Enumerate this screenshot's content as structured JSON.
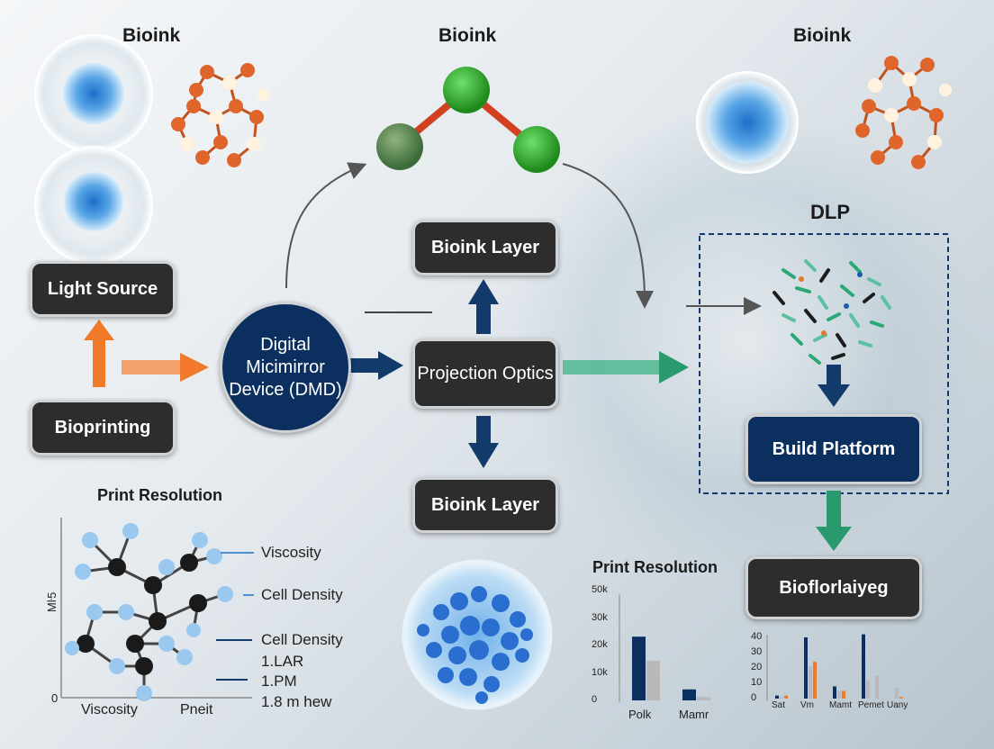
{
  "headings": {
    "bioink_left": "Bioink",
    "bioink_mid": "Bioink",
    "bioink_right": "Bioink",
    "dlp": "DLP"
  },
  "boxes": {
    "light_source": "Light Source",
    "bioprinting": "Bioprinting",
    "dmd": "Digital Micimirror Device (DMD)",
    "bioink_layer_top": "Bioink Layer",
    "projection_optics": "Projection Optics",
    "bioink_layer_bottom": "Bioink Layer",
    "build_platform": "Build Platform",
    "biofloriaiyeg": "Bioflorlaiyeg"
  },
  "left_panel": {
    "title": "Print Resolution",
    "y_axis_label": "Mŀ5",
    "origin": "0",
    "x_labels": [
      "Viscosity",
      "Pneit"
    ],
    "legend": [
      "Viscosity",
      "Cell Density",
      "Cell Density",
      "1.LAR",
      "1.PM",
      "1.8 m hew"
    ]
  },
  "colors": {
    "box_dark": "#2d2d2d",
    "box_blue": "#0b2f5f",
    "arrow_orange": "#f07a2a",
    "arrow_navy": "#123a6b",
    "arrow_green": "#2a9a6e"
  },
  "chart_data": [
    {
      "type": "bar",
      "title": "Print Resolution",
      "categories": [
        "Polk",
        "Mamr"
      ],
      "yticks": [
        "50k",
        "30k",
        "20k",
        "10k",
        "0"
      ],
      "ylim": [
        0,
        50000
      ],
      "series": [
        {
          "color": "#0b2f5f",
          "values": [
            29000,
            5000
          ]
        },
        {
          "color": "#b9b9b9",
          "values": [
            18000,
            1500
          ]
        }
      ]
    },
    {
      "type": "bar",
      "categories": [
        "Sat",
        "Vm",
        "Mamt",
        "Pemet",
        "Uany"
      ],
      "yticks": [
        "40",
        "30",
        "20",
        "10",
        "0"
      ],
      "ylim": [
        0,
        40
      ],
      "series": [
        {
          "color": "#0b2f5f",
          "values": [
            2,
            40,
            8,
            42,
            0
          ]
        },
        {
          "color": "#b9b9b9",
          "values": [
            1,
            21,
            5,
            12,
            7
          ]
        },
        {
          "color": "#f07a2a",
          "values": [
            2,
            24,
            5,
            0,
            1
          ]
        },
        {
          "color": "#b9b9b9",
          "values": [
            0,
            0,
            0,
            15,
            0
          ]
        }
      ]
    }
  ]
}
